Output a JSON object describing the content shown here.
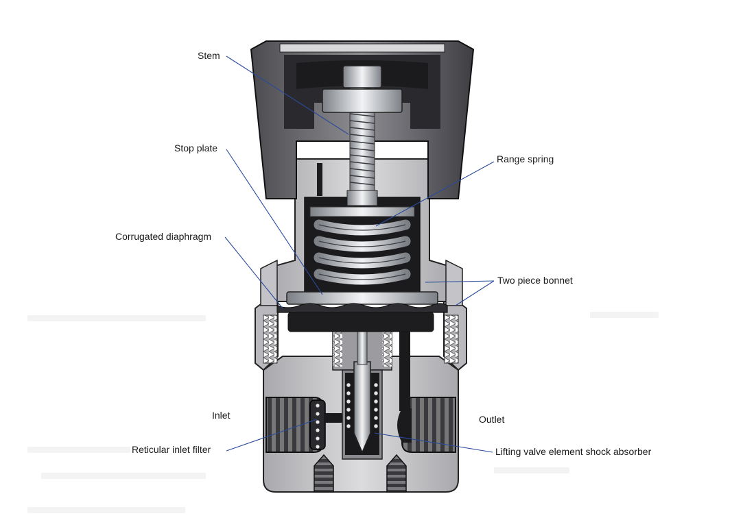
{
  "labels": {
    "stem": "Stem",
    "stop_plate": "Stop plate",
    "range_spring": "Range spring",
    "corrugated_diaphragm": "Corrugated diaphragm",
    "two_piece_bonnet": "Two piece bonnet",
    "inlet": "Inlet",
    "outlet": "Outlet",
    "reticular_inlet_filter": "Reticular inlet filter",
    "shock_absorber": "Lifting valve element shock absorber"
  },
  "colors": {
    "leader_line": "#2a4a9c",
    "body_light": "#cfcfd1",
    "body_mid": "#9a9a9e",
    "body_dark": "#3b3b3f",
    "cavity": "#151518",
    "steel": "#bfc3c8"
  }
}
